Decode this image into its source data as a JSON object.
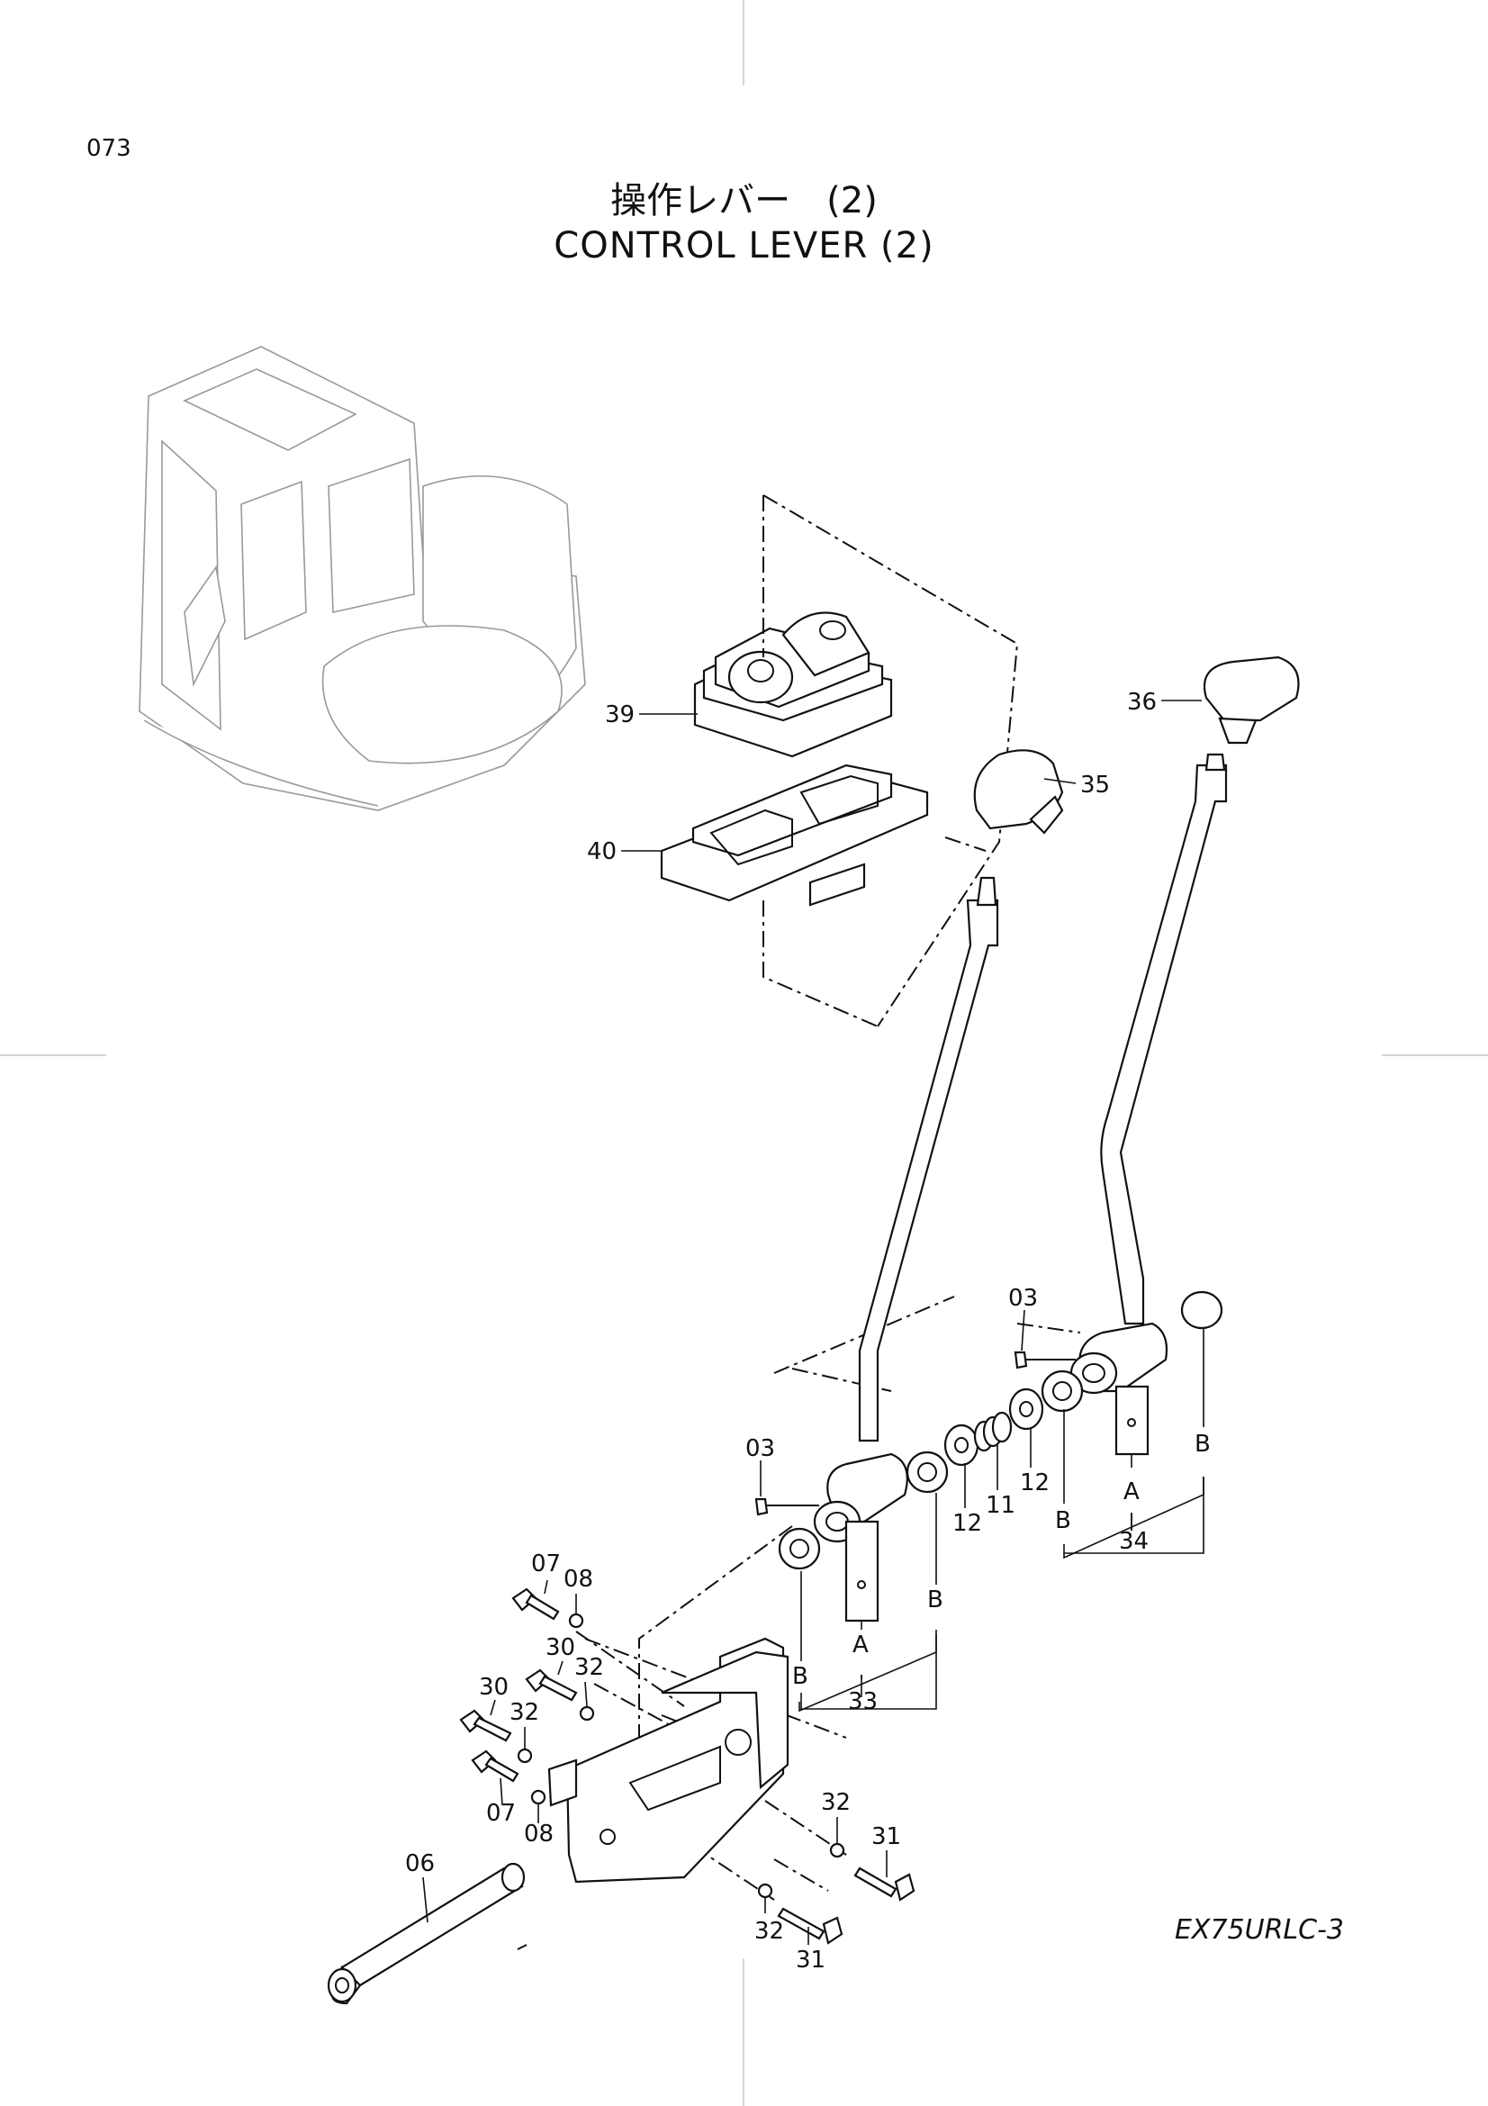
{
  "page": {
    "number": "073",
    "title_ja": "操作レバー　(2)",
    "title_en": "CONTROL  LEVER  (2)",
    "model": "EX75URLC-3"
  },
  "callouts": {
    "p03a": "03",
    "p03b": "03",
    "p06": "06",
    "p07a": "07",
    "p07b": "07",
    "p08a": "08",
    "p08b": "08",
    "p11": "11",
    "p12a": "12",
    "p12b": "12",
    "p30a": "30",
    "p30b": "30",
    "p31a": "31",
    "p31b": "31",
    "p32a": "32",
    "p32b": "32",
    "p32c": "32",
    "p32d": "32",
    "p33": "33",
    "p34": "34",
    "p35": "35",
    "p36": "36",
    "p39": "39",
    "p40": "40",
    "refA1": "A",
    "refA2": "A",
    "refB1": "B",
    "refB2": "B",
    "refB3": "B",
    "refB4": "B"
  }
}
